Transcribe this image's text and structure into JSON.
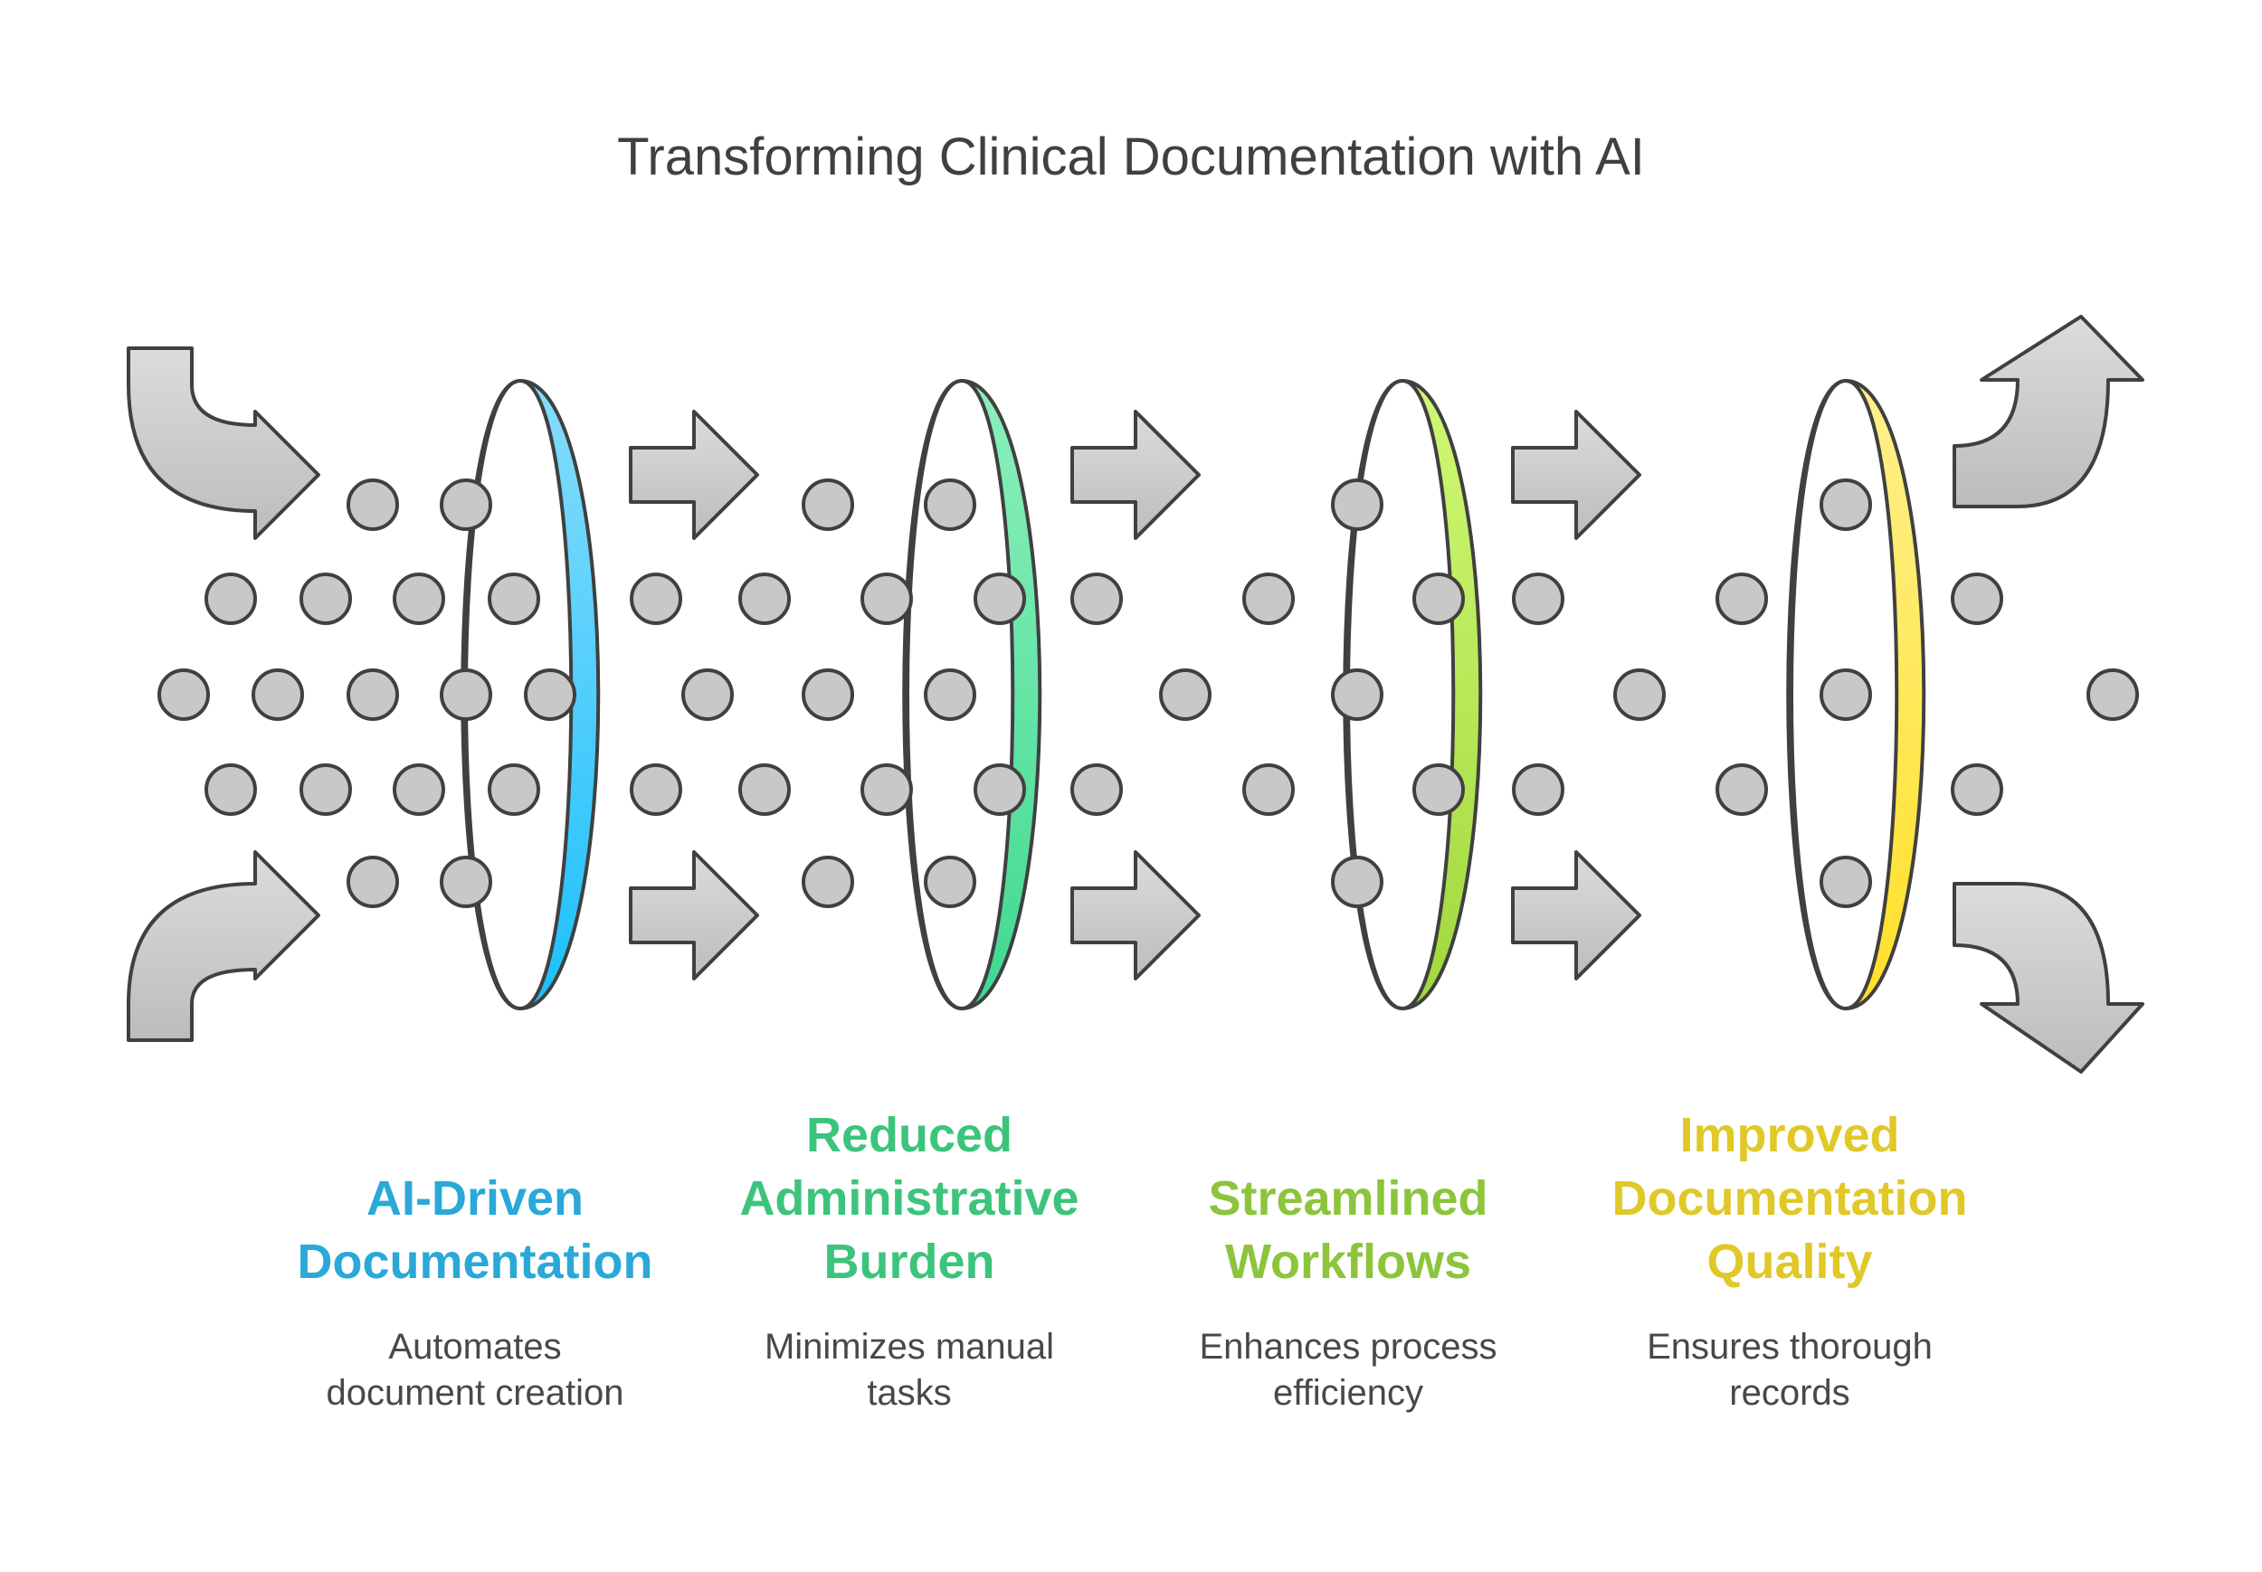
{
  "title": "Transforming Clinical Documentation with AI",
  "stages": [
    {
      "title_lines": [
        "AI-Driven",
        "Documentation"
      ],
      "desc_lines": [
        "Automates",
        "document creation"
      ],
      "color": "#2aa8d8",
      "ring_top": "#86dcfc",
      "ring_bottom": "#1cc0fc"
    },
    {
      "title_lines": [
        "Reduced",
        "Administrative",
        "Burden"
      ],
      "desc_lines": [
        "Minimizes manual",
        "tasks"
      ],
      "color": "#3cc47c",
      "ring_top": "#8cf0bc",
      "ring_bottom": "#40d890"
    },
    {
      "title_lines": [
        "Streamlined",
        "Workflows"
      ],
      "desc_lines": [
        "Enhances process",
        "efficiency"
      ],
      "color": "#8cc43c",
      "ring_top": "#d0f874",
      "ring_bottom": "#a0d83c"
    },
    {
      "title_lines": [
        "Improved",
        "Documentation",
        "Quality"
      ],
      "desc_lines": [
        "Ensures thorough",
        "records"
      ],
      "color": "#e0c828",
      "ring_top": "#fff08c",
      "ring_bottom": "#ffe028"
    }
  ],
  "colors": {
    "arrow_fill": "#c8c8c8",
    "dot_fill": "#c8c8c8",
    "outline": "#404040"
  }
}
